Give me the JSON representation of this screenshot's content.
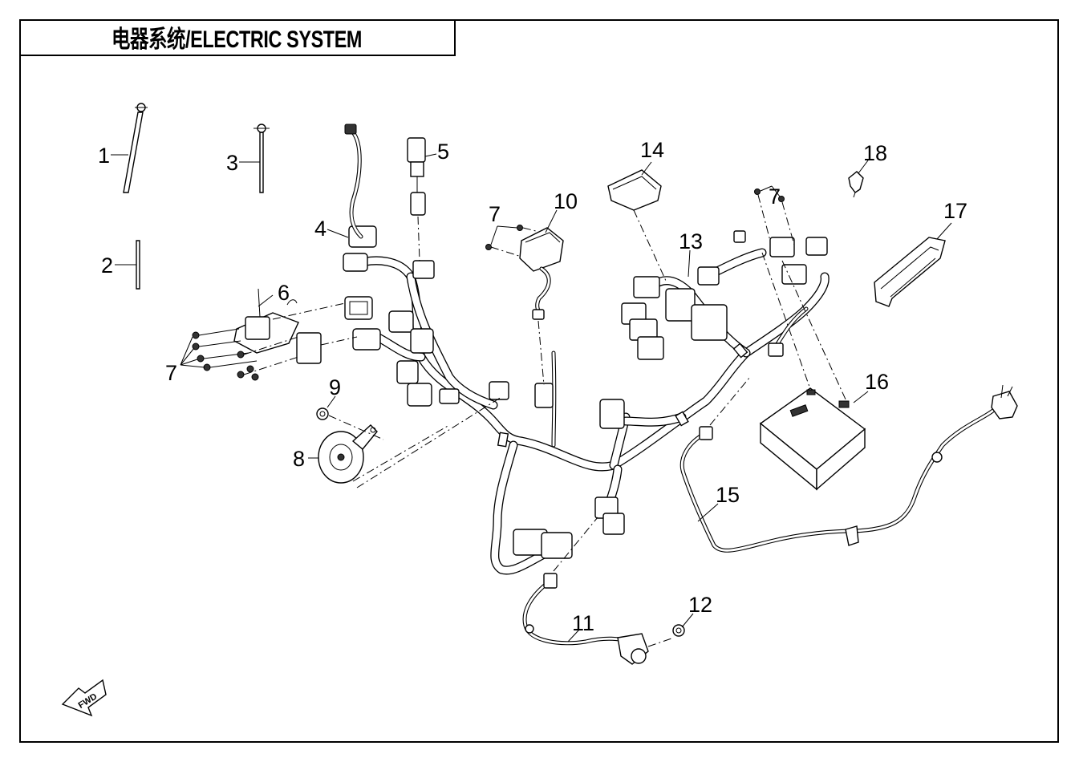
{
  "title": "电器系统/ELECTRIC SYSTEM",
  "fwd_label": "FWD",
  "callouts": {
    "c1": "1",
    "c2": "2",
    "c3": "3",
    "c4": "4",
    "c5": "5",
    "c6": "6",
    "c7a": "7",
    "c7b": "7",
    "c7c": "7",
    "c8": "8",
    "c9": "9",
    "c10": "10",
    "c11": "11",
    "c12": "12",
    "c13": "13",
    "c14": "14",
    "c15": "15",
    "c16": "16",
    "c17": "17",
    "c18": "18"
  }
}
